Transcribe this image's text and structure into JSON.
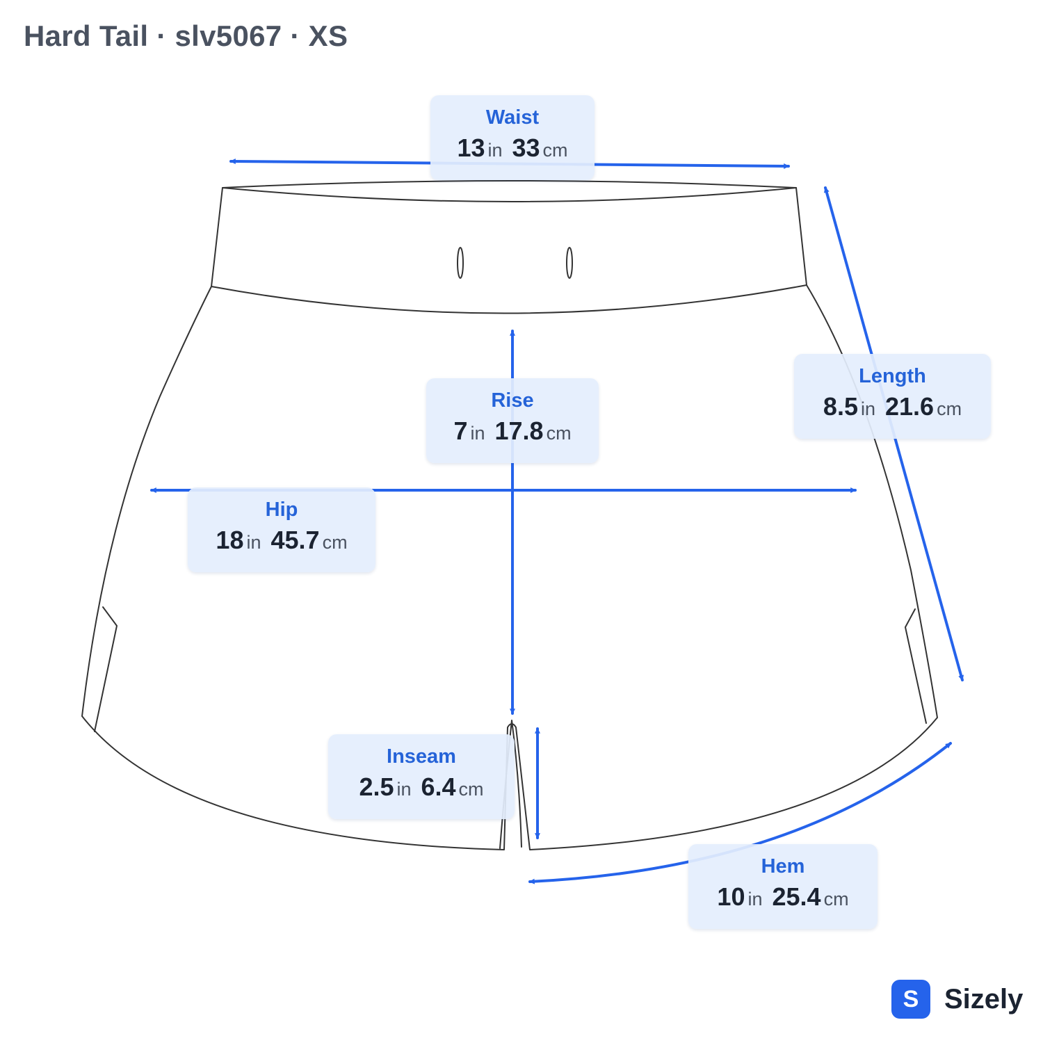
{
  "title": "Hard Tail · slv5067 · XS",
  "colors": {
    "accent": "#2563eb",
    "outline": "#333333",
    "label_bg": "#e4eefd"
  },
  "measurements": {
    "waist": {
      "label": "Waist",
      "in": "13",
      "in_unit": "in",
      "cm": "33",
      "cm_unit": "cm"
    },
    "rise": {
      "label": "Rise",
      "in": "7",
      "in_unit": "in",
      "cm": "17.8",
      "cm_unit": "cm"
    },
    "hip": {
      "label": "Hip",
      "in": "18",
      "in_unit": "in",
      "cm": "45.7",
      "cm_unit": "cm"
    },
    "length": {
      "label": "Length",
      "in": "8.5",
      "in_unit": "in",
      "cm": "21.6",
      "cm_unit": "cm"
    },
    "inseam": {
      "label": "Inseam",
      "in": "2.5",
      "in_unit": "in",
      "cm": "6.4",
      "cm_unit": "cm"
    },
    "hem": {
      "label": "Hem",
      "in": "10",
      "in_unit": "in",
      "cm": "25.4",
      "cm_unit": "cm"
    }
  },
  "brand": {
    "name": "Sizely",
    "badge": "S",
    "icon": "sizely-logo-icon"
  }
}
